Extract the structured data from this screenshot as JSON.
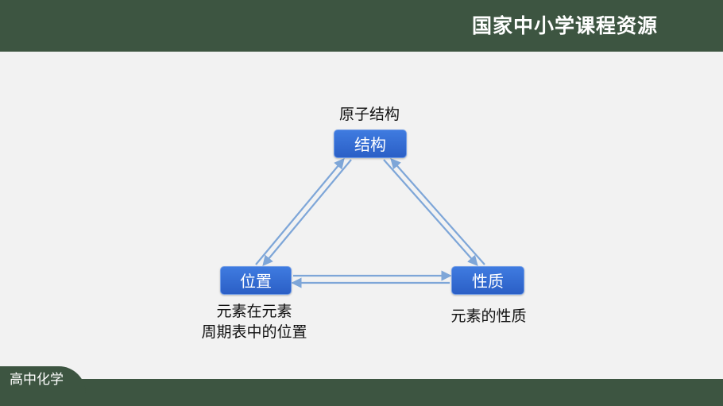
{
  "header": {
    "brand_title": "国家中小学课程资源"
  },
  "footer": {
    "subject_label": "高中化学"
  },
  "diagram": {
    "nodes": {
      "structure": {
        "label": "结构",
        "caption": "原子结构"
      },
      "position": {
        "label": "位置",
        "caption_line1": "元素在元素",
        "caption_line2": "周期表中的位置"
      },
      "property": {
        "label": "性质",
        "caption": "元素的性质"
      }
    },
    "edges": [
      {
        "from": "position",
        "to": "structure"
      },
      {
        "from": "structure",
        "to": "position"
      },
      {
        "from": "structure",
        "to": "property"
      },
      {
        "from": "property",
        "to": "structure"
      },
      {
        "from": "position",
        "to": "property"
      },
      {
        "from": "property",
        "to": "position"
      }
    ],
    "colors": {
      "node_fill": "#2f65cc",
      "arrow": "#7ea6d8",
      "bar": "#3d5541"
    }
  }
}
